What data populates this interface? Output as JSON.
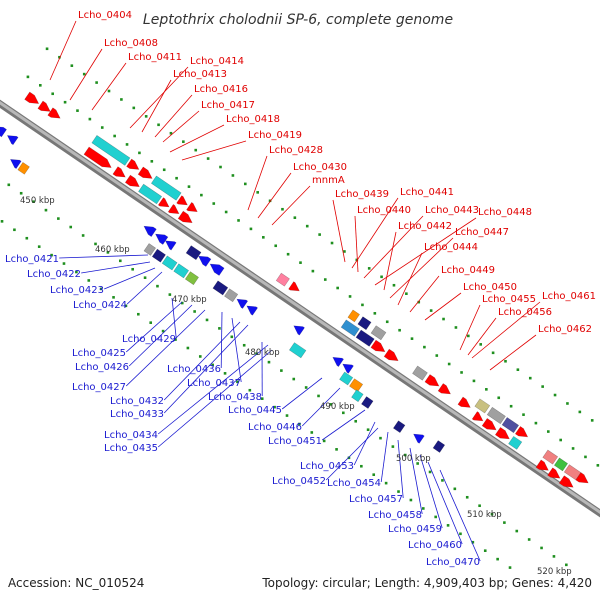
{
  "title": "Leptothrix cholodnii SP-6, complete genome",
  "footer": {
    "accession": "Accession: NC_010524",
    "summary": "Topology: circular; Length: 4,909,403 bp; Genes: 4,420"
  },
  "colors": {
    "backbone": "#999999",
    "top_labels": "#e00000",
    "bottom_labels": "#1a1ad0",
    "tick_marks": "#1f8f1f",
    "forward_genes": "#ff0000",
    "reverse_genes": "#1010ee",
    "cyan": "#20d0d0",
    "orange": "#ff9000",
    "navy": "#1a1a80",
    "grey": "#a0a0a0"
  },
  "kbp_marks": [
    "450 kbp",
    "460 kbp",
    "470 kbp",
    "480 kbp",
    "490 kbp",
    "500 kbp",
    "510 kbp",
    "520 kbp"
  ],
  "top_labels": [
    "Lcho_0404",
    "Lcho_0408",
    "Lcho_0411",
    "Lcho_0414",
    "Lcho_0413",
    "Lcho_0416",
    "Lcho_0417",
    "Lcho_0418",
    "Lcho_0419",
    "Lcho_0428",
    "Lcho_0430",
    "mnmA",
    "Lcho_0439",
    "Lcho_0441",
    "Lcho_0440",
    "Lcho_0443",
    "Lcho_0448",
    "Lcho_0442",
    "Lcho_0447",
    "Lcho_0444",
    "Lcho_0449",
    "Lcho_0450",
    "Lcho_0455",
    "Lcho_0461",
    "Lcho_0456",
    "Lcho_0462"
  ],
  "bottom_labels": [
    "Lcho_0421",
    "Lcho_0422",
    "Lcho_0423",
    "Lcho_0424",
    "Lcho_0429",
    "Lcho_0425",
    "Lcho_0426",
    "Lcho_0427",
    "Lcho_0436",
    "Lcho_0437",
    "Lcho_0432",
    "Lcho_0433",
    "Lcho_0438",
    "Lcho_0434",
    "Lcho_0435",
    "Lcho_0445",
    "Lcho_0446",
    "Lcho_0451",
    "Lcho_0453",
    "Lcho_0452",
    "Lcho_0454",
    "Lcho_0457",
    "Lcho_0458",
    "Lcho_0459",
    "Lcho_0460",
    "Lcho_0470"
  ]
}
